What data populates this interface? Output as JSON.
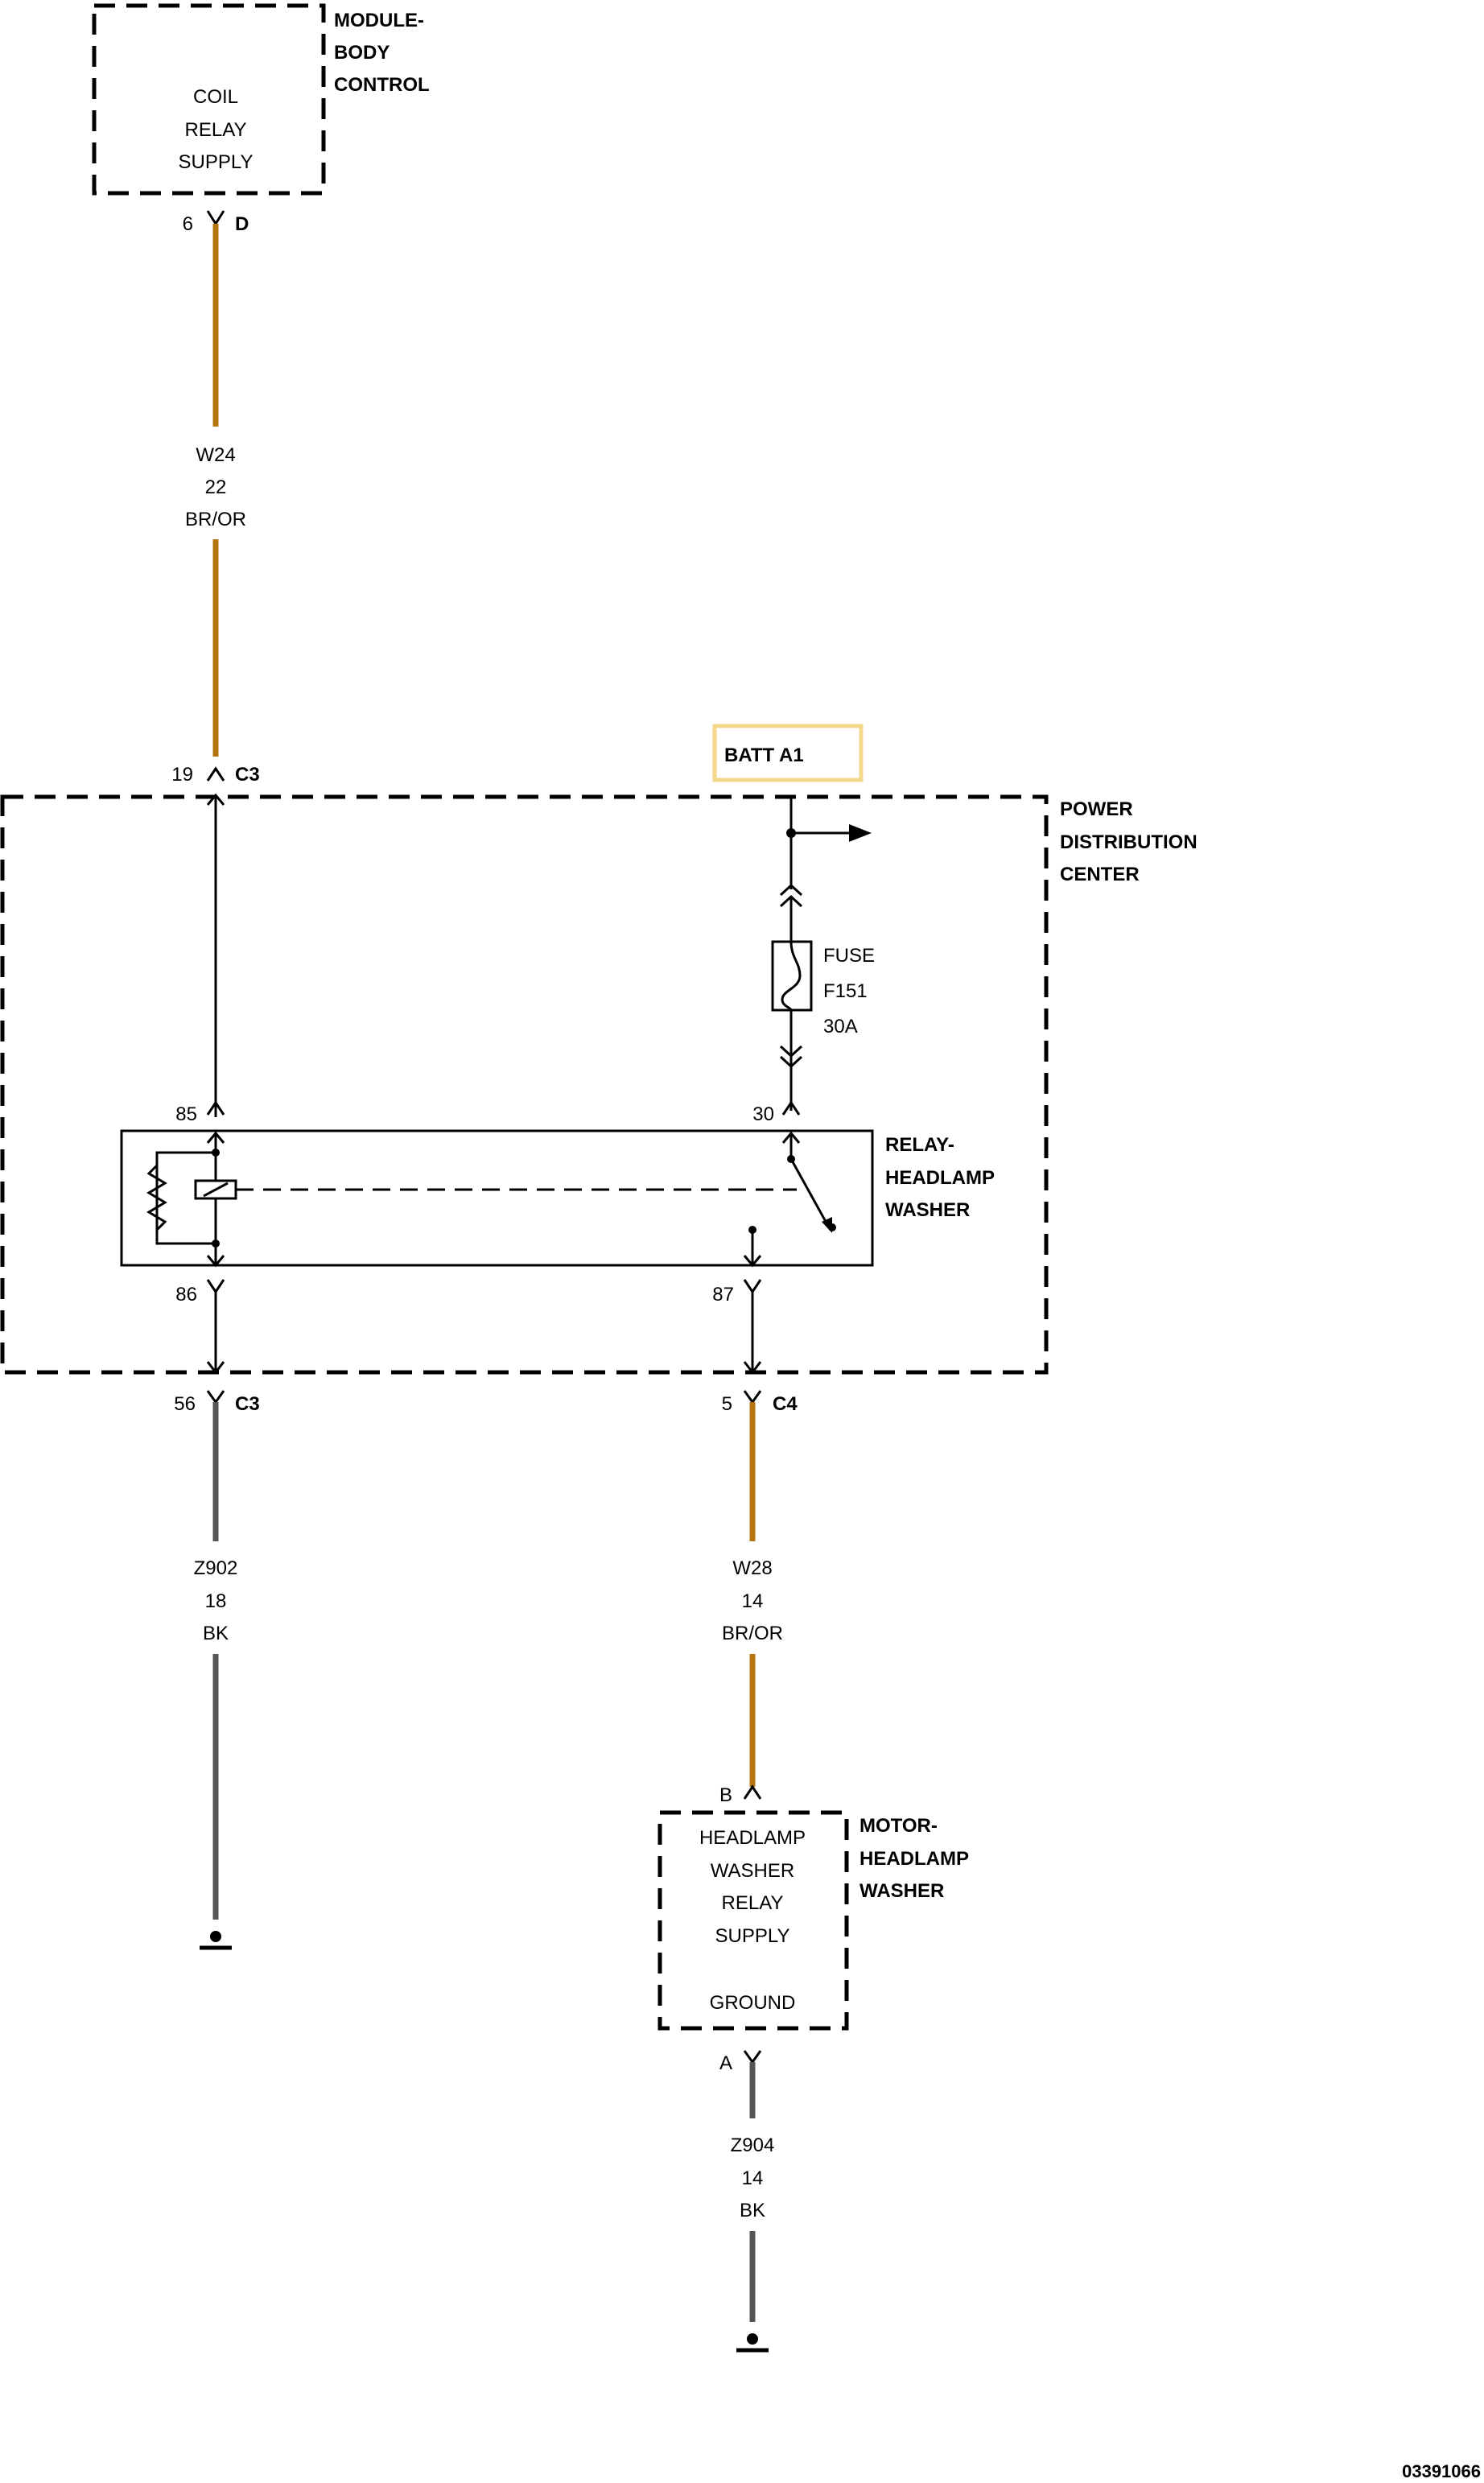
{
  "colors": {
    "wire_br_or": "#b5740e",
    "wire_bk": "#555555",
    "batt_box": "#f5d98a"
  },
  "body_control": {
    "title_lines": [
      "MODULE-",
      "BODY",
      "CONTROL"
    ],
    "function_lines": [
      "COIL",
      "RELAY",
      "SUPPLY"
    ],
    "pin": "6",
    "connector": "D"
  },
  "wire_w24": {
    "circuit": "W24",
    "gauge": "22",
    "color": "BR/OR"
  },
  "pdc": {
    "title_lines": [
      "POWER",
      "DISTRIBUTION",
      "CENTER"
    ],
    "top_left_pin": "19",
    "top_left_connector": "C3",
    "battery_label": "BATT A1",
    "fuse_lines": [
      "FUSE",
      "F151",
      "30A"
    ],
    "relay_pin_85": "85",
    "relay_pin_30": "30",
    "relay_pin_86": "86",
    "relay_pin_87": "87",
    "relay_title_lines": [
      "RELAY-",
      "HEADLAMP",
      "WASHER"
    ],
    "bottom_left_pin": "56",
    "bottom_left_connector": "C3",
    "bottom_right_pin": "5",
    "bottom_right_connector": "C4"
  },
  "wire_z902": {
    "circuit": "Z902",
    "gauge": "18",
    "color": "BK"
  },
  "wire_w28": {
    "circuit": "W28",
    "gauge": "14",
    "color": "BR/OR"
  },
  "motor": {
    "title_lines": [
      "MOTOR-",
      "HEADLAMP",
      "WASHER"
    ],
    "function_lines": [
      "HEADLAMP",
      "WASHER",
      "RELAY",
      "SUPPLY"
    ],
    "ground_label": "GROUND",
    "pin_b": "B",
    "pin_a": "A"
  },
  "wire_z904": {
    "circuit": "Z904",
    "gauge": "14",
    "color": "BK"
  },
  "diagram_id": "03391066"
}
